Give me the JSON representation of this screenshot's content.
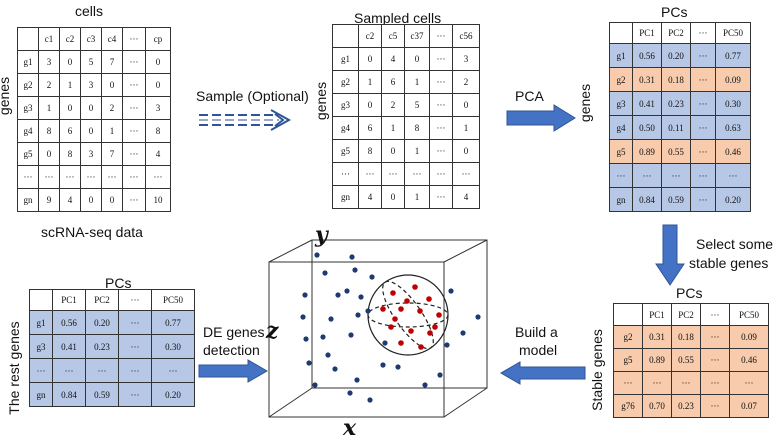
{
  "raw": {
    "title": "cells",
    "row_label": "genes",
    "caption": "scRNA-seq data",
    "header": [
      "",
      "c1",
      "c2",
      "c3",
      "c4",
      "···",
      "cp"
    ],
    "rows": [
      [
        "g1",
        "3",
        "0",
        "5",
        "7",
        "···",
        "0"
      ],
      [
        "g2",
        "2",
        "1",
        "3",
        "0",
        "···",
        "0"
      ],
      [
        "g3",
        "1",
        "0",
        "0",
        "2",
        "···",
        "3"
      ],
      [
        "g4",
        "8",
        "6",
        "0",
        "1",
        "···",
        "8"
      ],
      [
        "g5",
        "0",
        "8",
        "3",
        "7",
        "···",
        "4"
      ],
      [
        "···",
        "···",
        "···",
        "···",
        "···",
        "···",
        "···"
      ],
      [
        "gn",
        "9",
        "4",
        "0",
        "0",
        "···",
        "10"
      ]
    ]
  },
  "sampled": {
    "title": "Sampled cells",
    "row_label": "genes",
    "header": [
      "",
      "c2",
      "c5",
      "c37",
      "···",
      "c56"
    ],
    "rows": [
      [
        "g1",
        "0",
        "4",
        "0",
        "···",
        "3"
      ],
      [
        "g2",
        "1",
        "6",
        "1",
        "···",
        "2"
      ],
      [
        "g3",
        "0",
        "2",
        "5",
        "···",
        "0"
      ],
      [
        "g4",
        "6",
        "1",
        "8",
        "···",
        "1"
      ],
      [
        "g5",
        "8",
        "0",
        "1",
        "···",
        "0"
      ],
      [
        "···",
        "···",
        "···",
        "···",
        "···",
        "···"
      ],
      [
        "gn",
        "4",
        "0",
        "1",
        "···",
        "4"
      ]
    ]
  },
  "pcs": {
    "title": "PCs",
    "row_label": "genes",
    "header": [
      "",
      "PC1",
      "PC2",
      "···",
      "PC50"
    ],
    "rows": [
      [
        "g1",
        "0.56",
        "0.20",
        "···",
        "0.77"
      ],
      [
        "g2",
        "0.31",
        "0.18",
        "···",
        "0.09"
      ],
      [
        "g3",
        "0.41",
        "0.23",
        "···",
        "0.30"
      ],
      [
        "g4",
        "0.50",
        "0.11",
        "···",
        "0.63"
      ],
      [
        "g5",
        "0.89",
        "0.55",
        "···",
        "0.46"
      ],
      [
        "···",
        "···",
        "···",
        "···",
        "···"
      ],
      [
        "gn",
        "0.84",
        "0.59",
        "···",
        "0.20"
      ]
    ],
    "row_colors": [
      "blue",
      "orange",
      "blue",
      "blue",
      "orange",
      "blue",
      "blue"
    ]
  },
  "stable": {
    "title": "PCs",
    "row_label": "Stable genes",
    "header": [
      "",
      "PC1",
      "PC2",
      "···",
      "PC50"
    ],
    "rows": [
      [
        "g2",
        "0.31",
        "0.18",
        "···",
        "0.09"
      ],
      [
        "g5",
        "0.89",
        "0.55",
        "···",
        "0.46"
      ],
      [
        "···",
        "···",
        "···",
        "···",
        "···"
      ],
      [
        "g76",
        "0.70",
        "0.23",
        "···",
        "0.07"
      ]
    ]
  },
  "rest": {
    "title": "PCs",
    "row_label": "The rest genes",
    "header": [
      "",
      "PC1",
      "PC2",
      "···",
      "PC50"
    ],
    "rows": [
      [
        "g1",
        "0.56",
        "0.20",
        "···",
        "0.77"
      ],
      [
        "g3",
        "0.41",
        "0.23",
        "···",
        "0.30"
      ],
      [
        "···",
        "···",
        "···",
        "···",
        "···"
      ],
      [
        "gn",
        "0.84",
        "0.59",
        "···",
        "0.20"
      ]
    ]
  },
  "steps": {
    "sample": "Sample (Optional)",
    "pca": "PCA",
    "select_line1": "Select some",
    "select_line2": "stable genes",
    "build_line1": "Build a",
    "build_line2": "model",
    "de_line1": "DE genes",
    "de_line2": "detection"
  },
  "axes": {
    "x": "x",
    "y": "y",
    "z": "z"
  },
  "colors": {
    "arrow_blue": "#4472c4",
    "cell_blue": "#b7c8e6",
    "cell_orange": "#f7cbac",
    "point_blue": "#1f3a73",
    "point_red": "#c00000"
  },
  "icons": {
    "sample_arrow": "double-arrow-icon",
    "step_arrow": "block-arrow-icon"
  }
}
